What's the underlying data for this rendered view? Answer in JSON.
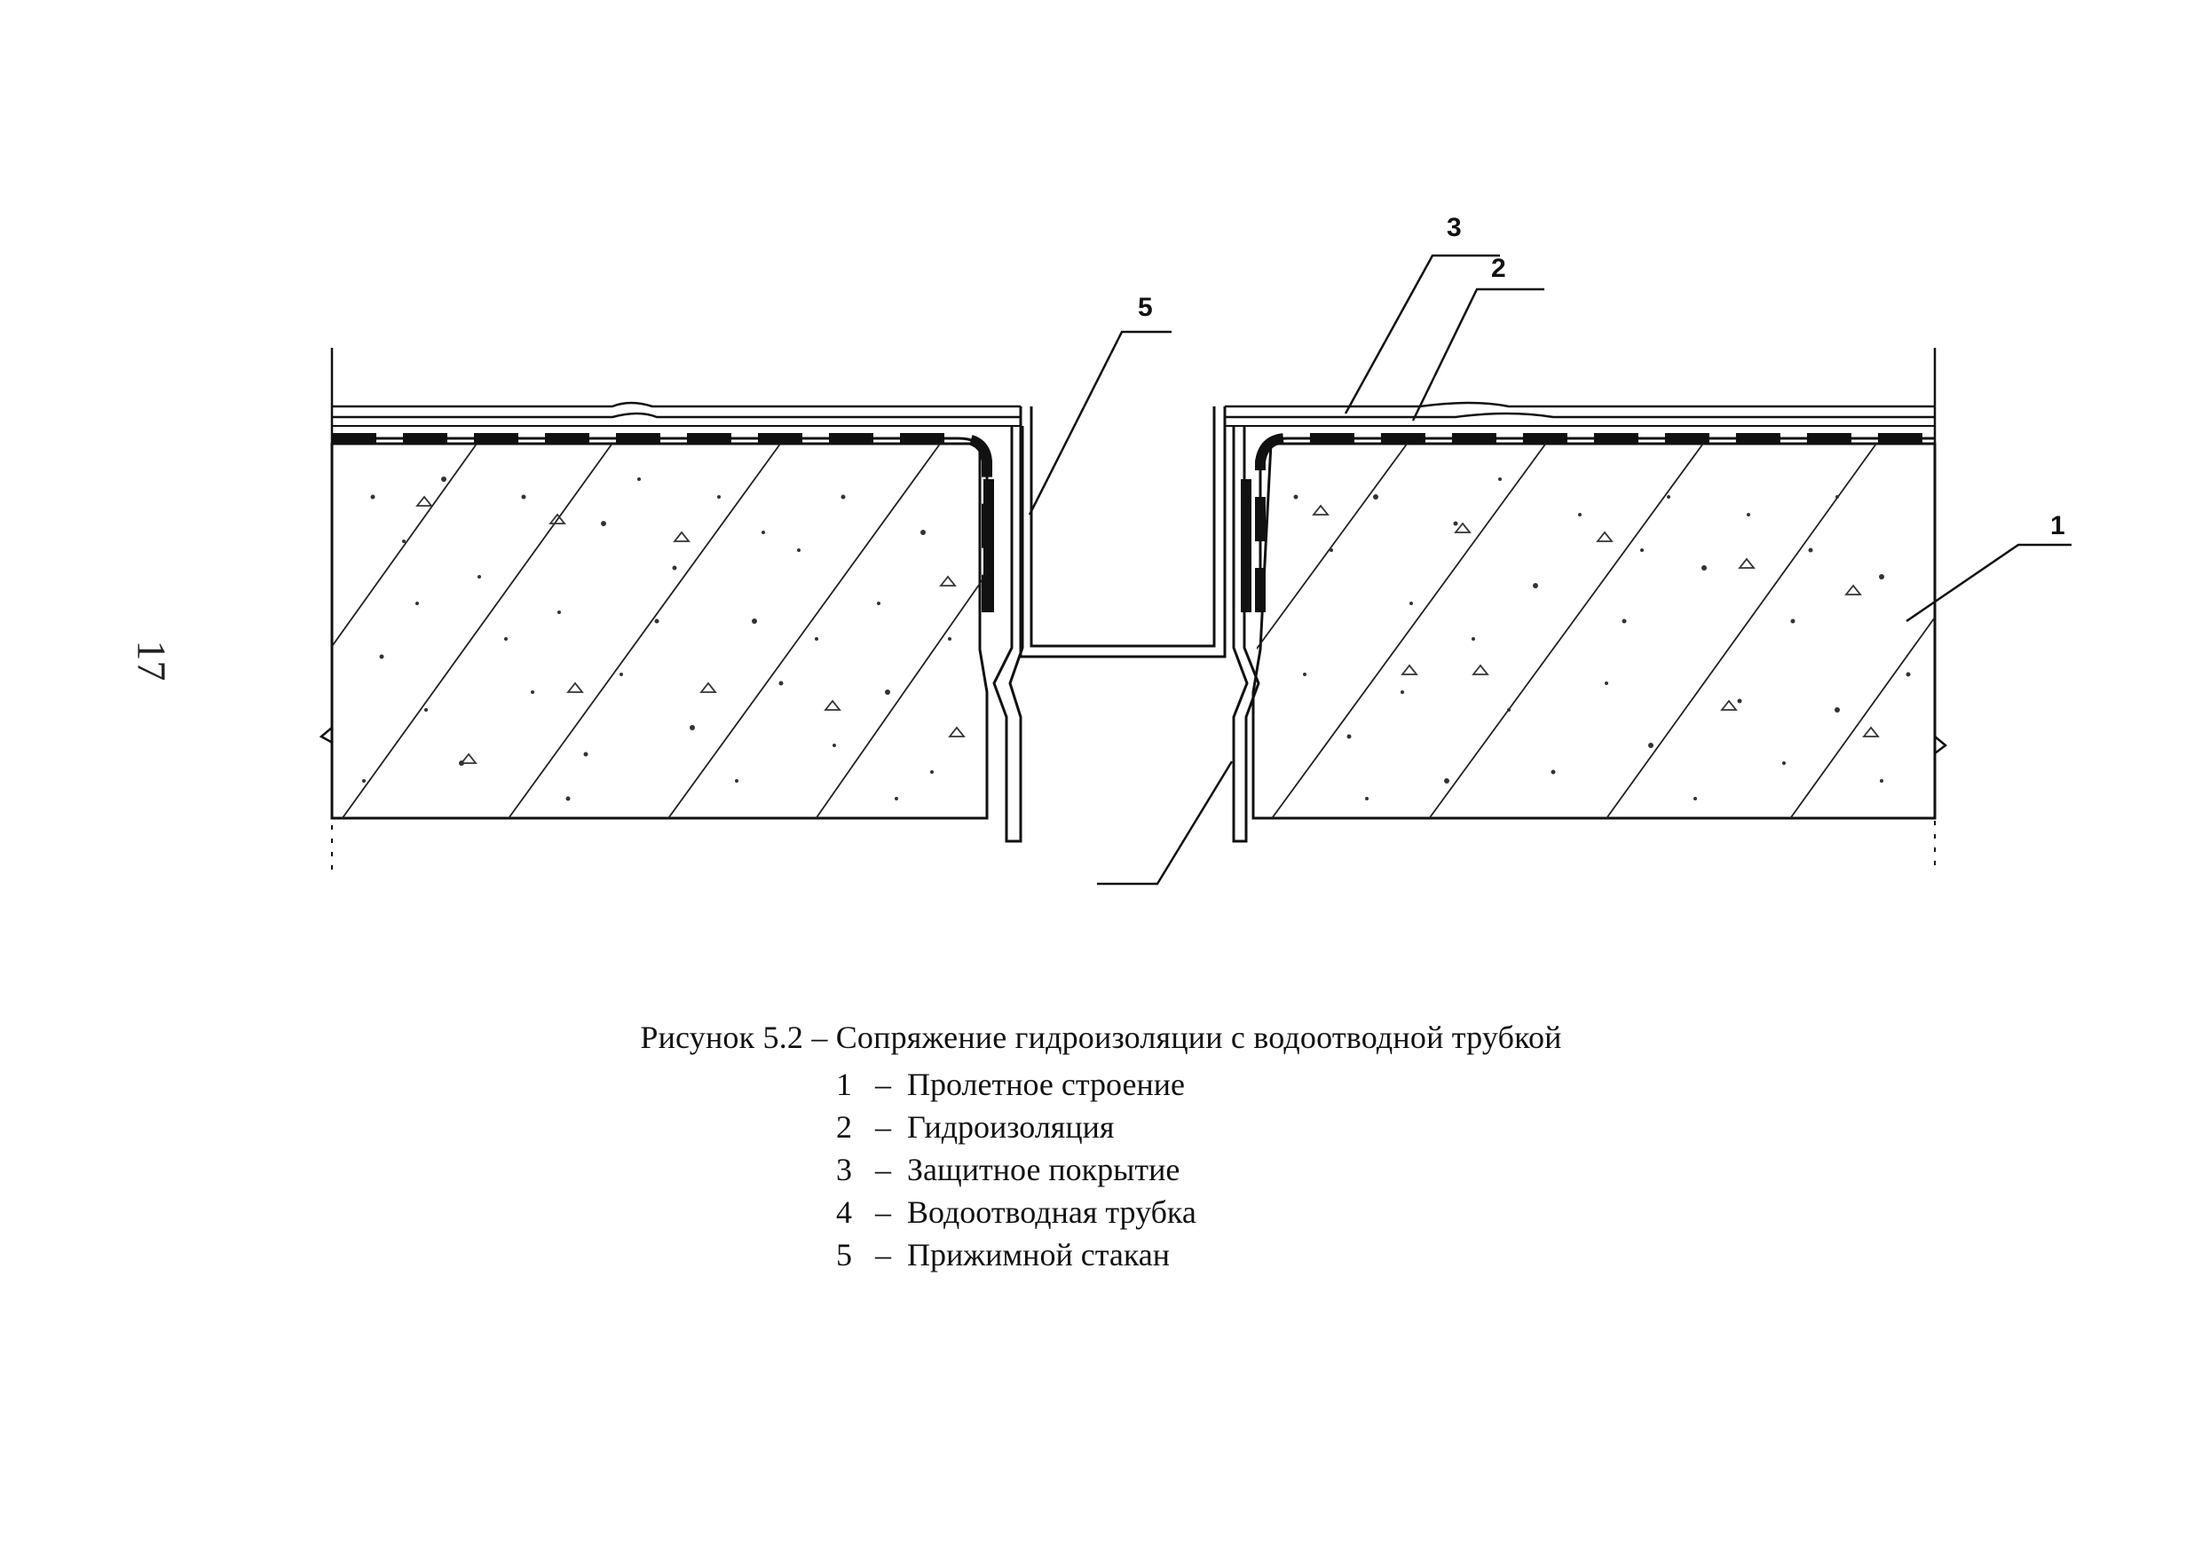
{
  "page_number": "17",
  "figure": {
    "caption": "Рисунок 5.2 – Сопряжение гидроизоляции с водоотводной трубкой",
    "callouts": [
      "1",
      "2",
      "3",
      "5"
    ],
    "legend": [
      {
        "num": "1",
        "text": "Пролетное строение"
      },
      {
        "num": "2",
        "text": "Гидроизоляция"
      },
      {
        "num": "3",
        "text": "Защитное покрытие"
      },
      {
        "num": "4",
        "text": "Водоотводная трубка"
      },
      {
        "num": "5",
        "text": "Прижимной стакан"
      }
    ]
  }
}
